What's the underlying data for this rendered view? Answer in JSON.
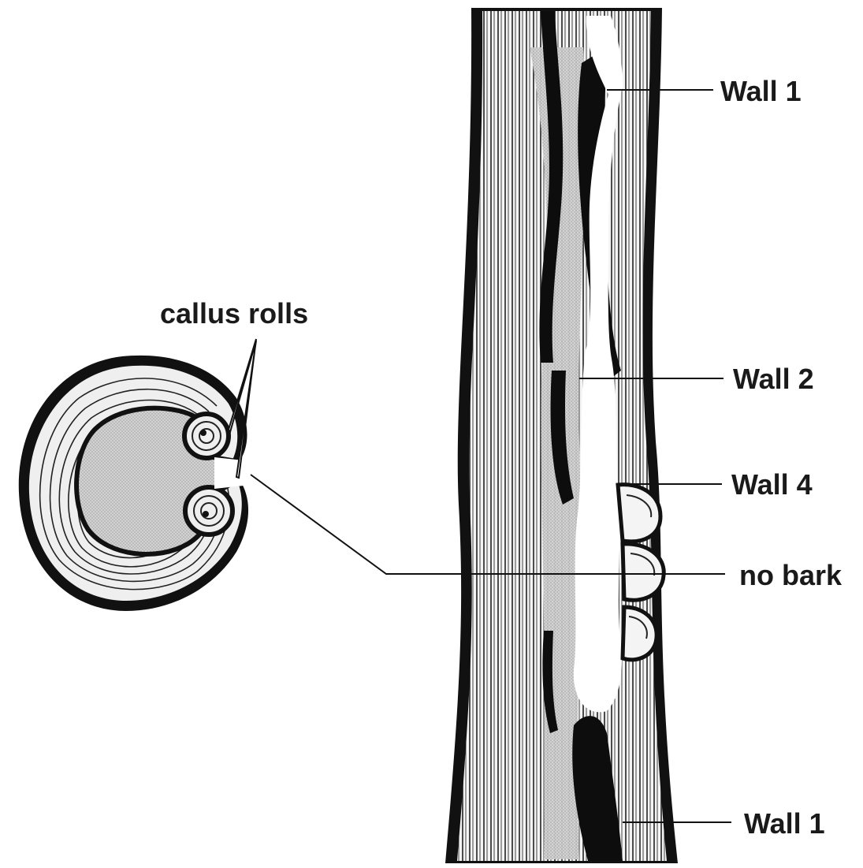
{
  "labels": {
    "callus_rolls": "callus rolls",
    "wall_1_top": "Wall 1",
    "wall_2": "Wall 2",
    "wall_4": "Wall 4",
    "no_bark": "no bark",
    "wall_1_bottom": "Wall 1"
  },
  "colors": {
    "ink": "#111111",
    "heartwood_gray": "#cfcfcf",
    "wood_light": "#e9e9e9",
    "paper": "#ffffff"
  }
}
